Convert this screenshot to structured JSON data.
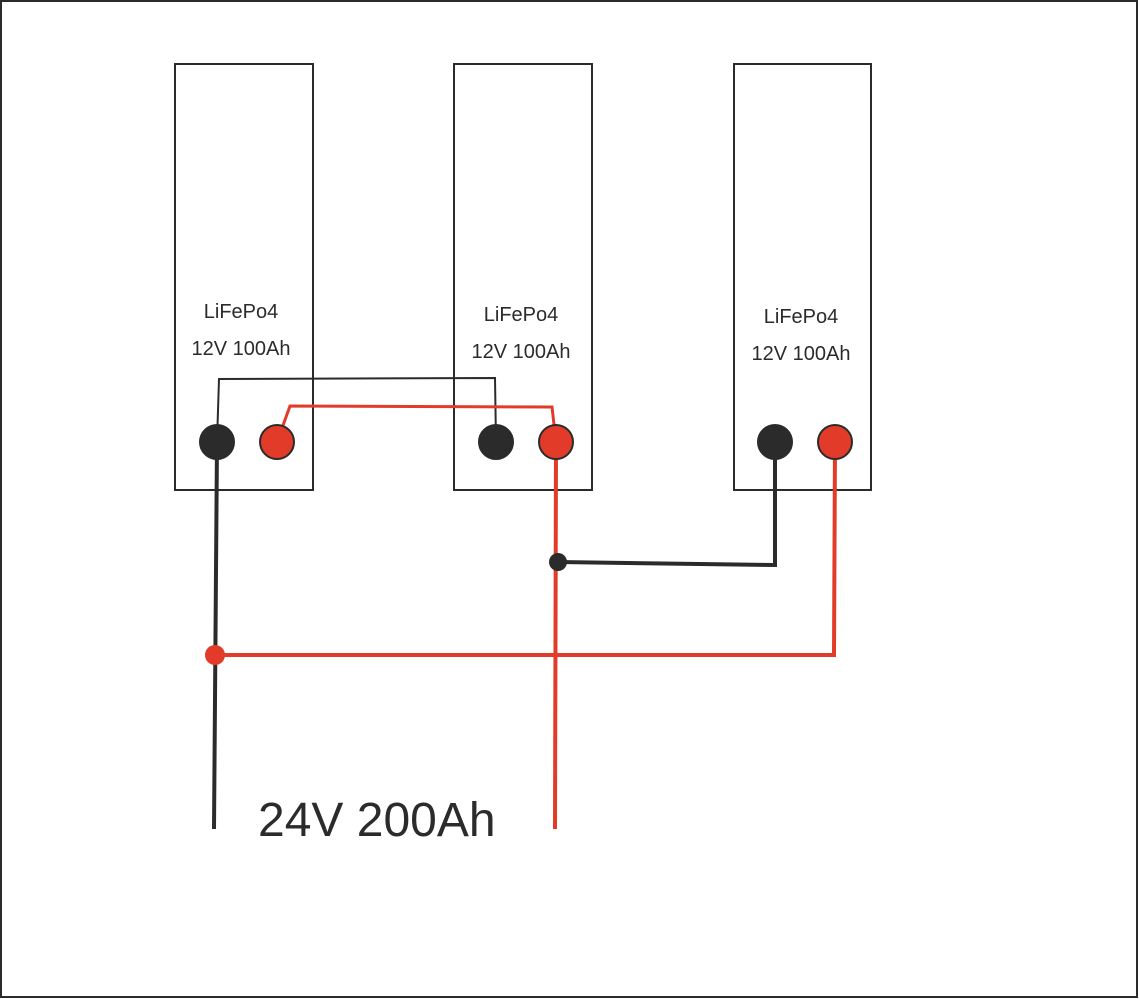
{
  "colors": {
    "negative": "#2b2b2b",
    "positive": "#e23b2a",
    "outline": "#2b2b2b",
    "background": "#ffffff"
  },
  "batteries": [
    {
      "chemistry": "LiFePo4",
      "rating": "12V 100Ah"
    },
    {
      "chemistry": "LiFePo4",
      "rating": "12V 100Ah"
    },
    {
      "chemistry": "LiFePo4",
      "rating": "12V 100Ah"
    }
  ],
  "output": {
    "label": "24V 200Ah"
  }
}
